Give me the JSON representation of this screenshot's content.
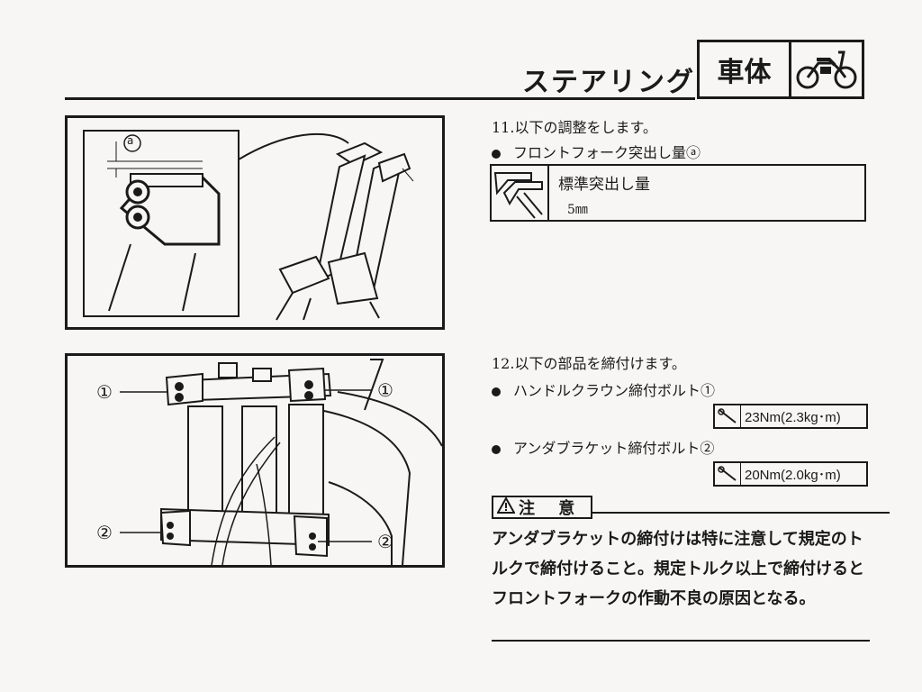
{
  "header": {
    "section_title": "ステアリング",
    "chapter_label": "車体",
    "chapter_icon": "motorcycle-icon"
  },
  "step11": {
    "title": "11.以下の調整をします。",
    "item": "フロントフォーク突出し量ⓐ",
    "spec": {
      "icon": "caliper-icon",
      "label": "標準突出し量",
      "value": "5㎜"
    }
  },
  "figure1": {
    "callout_a": "a"
  },
  "step12": {
    "title": "12.以下の部品を締付けます。",
    "items": [
      {
        "label": "ハンドルクラウン締付ボルト①",
        "torque": "23Nm(2.3kg･m)",
        "icon": "torque-wrench-icon"
      },
      {
        "label": "アンダブラケット締付ボルト②",
        "torque": "20Nm(2.0kg･m)",
        "icon": "torque-wrench-icon"
      }
    ]
  },
  "figure2": {
    "callouts": [
      "①",
      "①",
      "②",
      "②"
    ]
  },
  "caution": {
    "heading": "注 意",
    "icon": "warning-icon",
    "text": "アンダブラケットの締付けは特に注意して規定のトルクで締付けること。規定トルク以上で締付けるとフロントフォークの作動不良の原因となる。"
  }
}
